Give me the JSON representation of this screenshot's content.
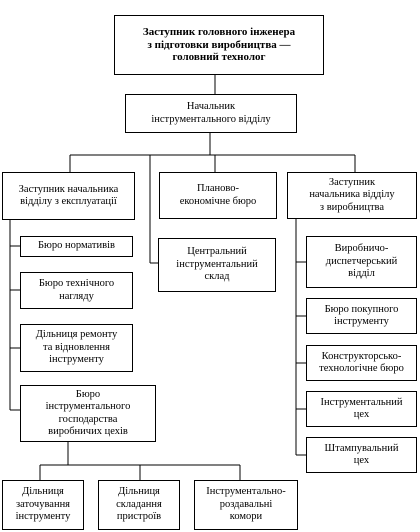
{
  "chart_data": {
    "type": "org-chart",
    "nodes": [
      {
        "id": "chief",
        "label": "Заступник головного інженера\nз підготовки виробництва —\nголовний технолог"
      },
      {
        "id": "head",
        "label": "Начальник\nінструментального відділу"
      },
      {
        "id": "dep_exp",
        "label": "Заступник начальника\nвідділу з експлуатації"
      },
      {
        "id": "plan",
        "label": "Планово-\nекономічне бюро"
      },
      {
        "id": "central",
        "label": "Центральний\nінструментальний\nсклад"
      },
      {
        "id": "dep_prod",
        "label": "Заступник\nначальника відділу\nз виробництва"
      },
      {
        "id": "norm",
        "label": "Бюро нормативів"
      },
      {
        "id": "tech",
        "label": "Бюро технічного\nнагляду"
      },
      {
        "id": "repair",
        "label": "Дільниця ремонту\nта відновлення\nінструменту"
      },
      {
        "id": "tooleco",
        "label": "Бюро\nінструментального\nгосподарства\nвиробничих цехів"
      },
      {
        "id": "sharp",
        "label": "Дільниця\nзаточування\nінструменту"
      },
      {
        "id": "assembly",
        "label": "Дільниця\nскладання\nпристроїв"
      },
      {
        "id": "storage",
        "label": "Інструментально-\nроздавальні\nкомори"
      },
      {
        "id": "dispatch",
        "label": "Виробничо-\nдиспетчерський\nвідділ"
      },
      {
        "id": "purchase",
        "label": "Бюро покупного\nінструменту"
      },
      {
        "id": "design",
        "label": "Конструкторсько-\nтехнологічне бюро"
      },
      {
        "id": "toolshop",
        "label": "Інструментальний\nцех"
      },
      {
        "id": "stamp",
        "label": "Штампувальний\nцех"
      }
    ]
  }
}
